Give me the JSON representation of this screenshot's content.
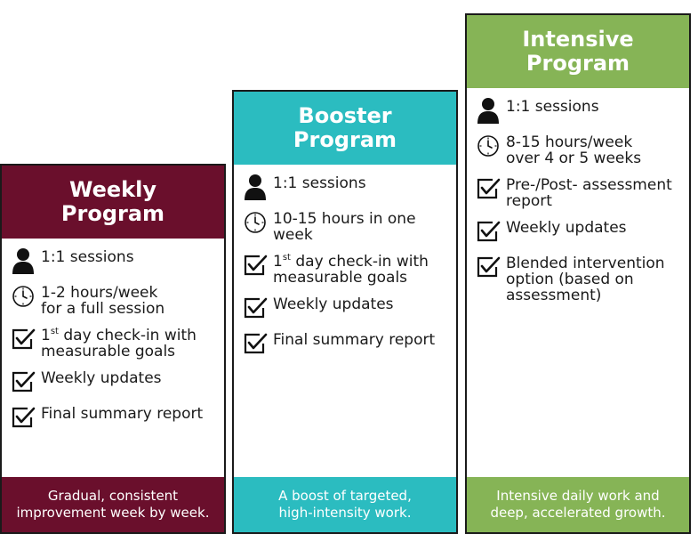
{
  "colors": {
    "weekly": "#6a0f2c",
    "booster": "#2bbcc0",
    "intensive": "#86b456"
  },
  "weekly": {
    "title": "Weekly\nProgram",
    "features": [
      {
        "icon": "person-icon",
        "text": "1:1 sessions"
      },
      {
        "icon": "clock-icon",
        "text": "1-2 hours/week\nfor a full session"
      },
      {
        "icon": "checkbox-icon",
        "text_pre": "1",
        "text_sup": "st",
        "text_post": " day check-in with\nmeasurable goals"
      },
      {
        "icon": "checkbox-icon",
        "text": "Weekly updates"
      },
      {
        "icon": "checkbox-icon",
        "text": "Final summary report"
      }
    ],
    "footer": "Gradual, consistent\nimprovement week by week."
  },
  "booster": {
    "title": "Booster\nProgram",
    "features": [
      {
        "icon": "person-icon",
        "text": "1:1 sessions"
      },
      {
        "icon": "clock-icon",
        "text": "10-15 hours in one\nweek"
      },
      {
        "icon": "checkbox-icon",
        "text_pre": "1",
        "text_sup": "st",
        "text_post": " day check-in with\nmeasurable goals"
      },
      {
        "icon": "checkbox-icon",
        "text": "Weekly updates"
      },
      {
        "icon": "checkbox-icon",
        "text": "Final summary report"
      }
    ],
    "footer": "A boost of targeted,\nhigh-intensity work."
  },
  "intensive": {
    "title": "Intensive\nProgram",
    "features": [
      {
        "icon": "person-icon",
        "text": "1:1 sessions"
      },
      {
        "icon": "clock-icon",
        "text": "8-15 hours/week\nover 4 or 5 weeks"
      },
      {
        "icon": "checkbox-icon",
        "text": "Pre-/Post- assessment\nreport"
      },
      {
        "icon": "checkbox-icon",
        "text": "Weekly updates"
      },
      {
        "icon": "checkbox-icon",
        "text": "Blended intervention\noption (based on\nassessment)"
      }
    ],
    "footer": "Intensive daily work and\ndeep, accelerated growth."
  }
}
